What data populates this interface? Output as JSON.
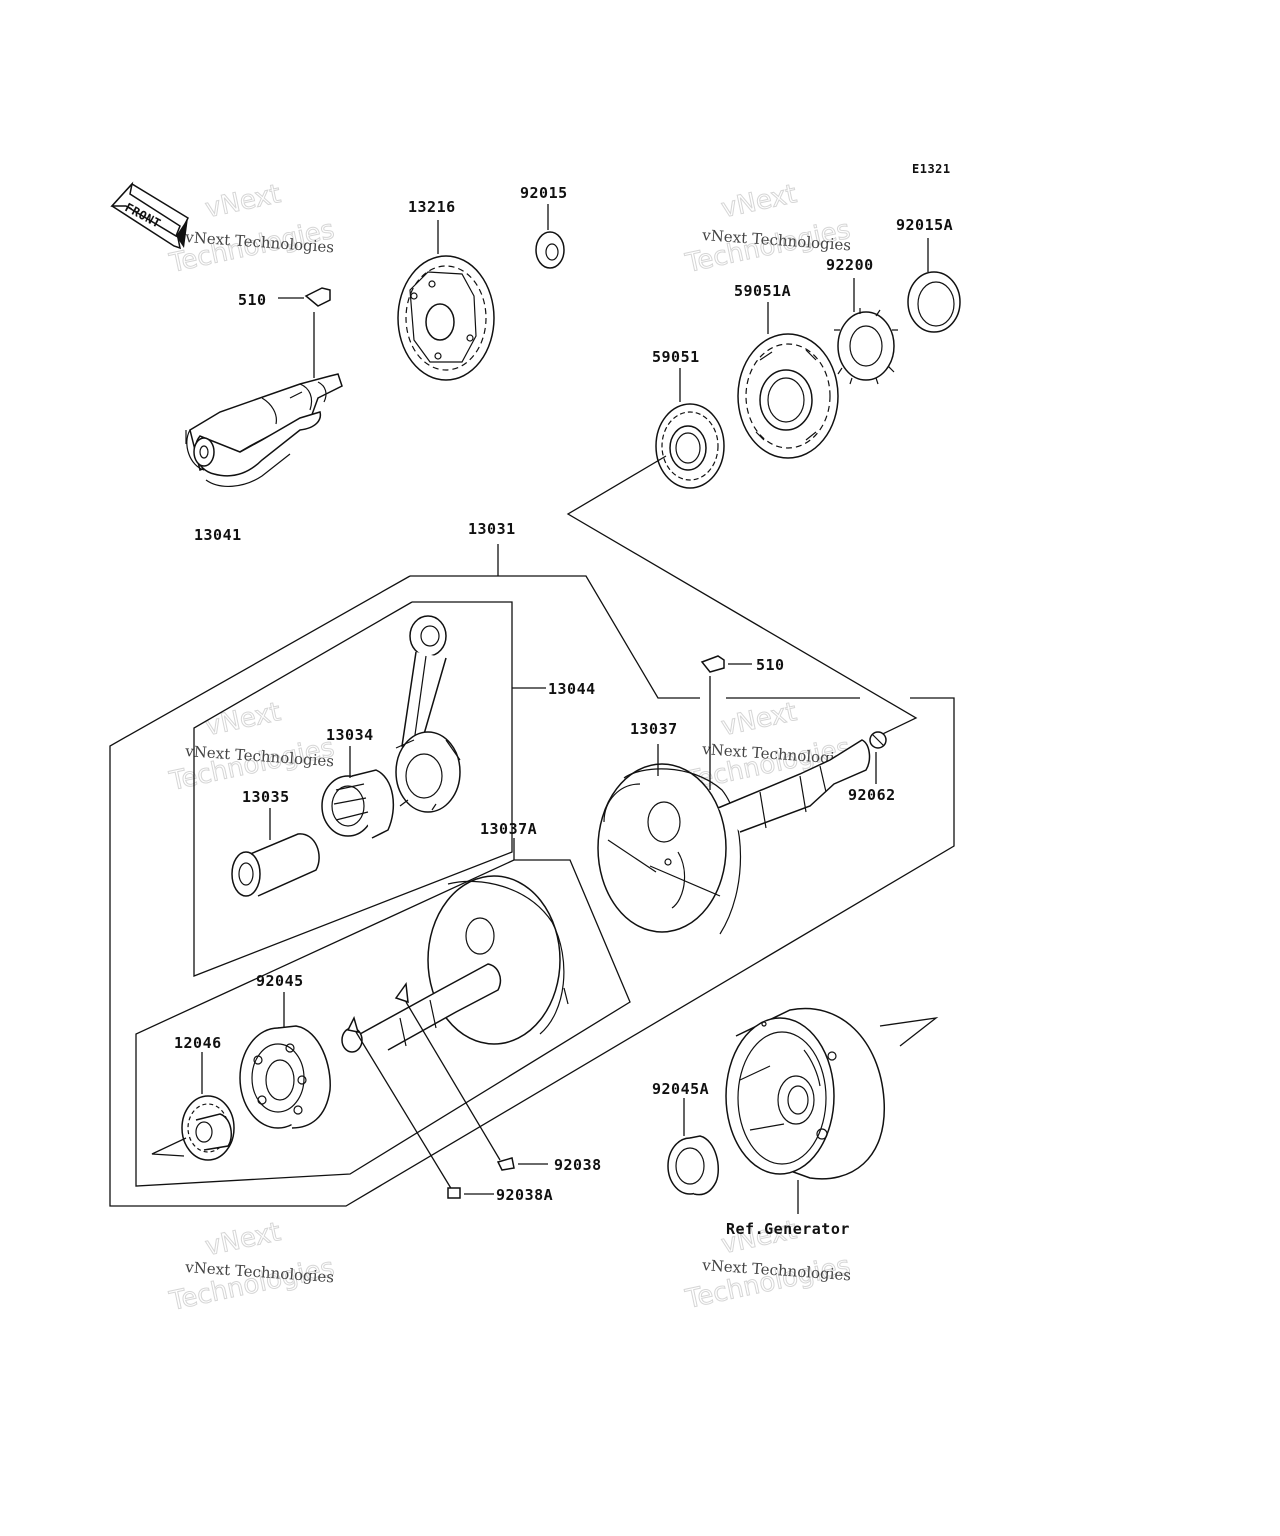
{
  "diagram_code": "E1321",
  "front_label": "FRONT",
  "watermark": {
    "line1": "vNext",
    "line2": "vNext Technologies",
    "line3": "Technologies"
  },
  "parts": {
    "p13216": "13216",
    "p92015": "92015",
    "p92015A": "92015A",
    "p92200": "92200",
    "p59051A": "59051A",
    "p59051": "59051",
    "p510a": "510",
    "p13041": "13041",
    "p13031": "13031",
    "p13044": "13044",
    "p510b": "510",
    "p13034": "13034",
    "p13037": "13037",
    "p13035": "13035",
    "p92062": "92062",
    "p13037A": "13037A",
    "p92045": "92045",
    "p12046": "12046",
    "p92045A": "92045A",
    "p92038": "92038",
    "p92038A": "92038A",
    "ref_generator": "Ref.Generator"
  }
}
